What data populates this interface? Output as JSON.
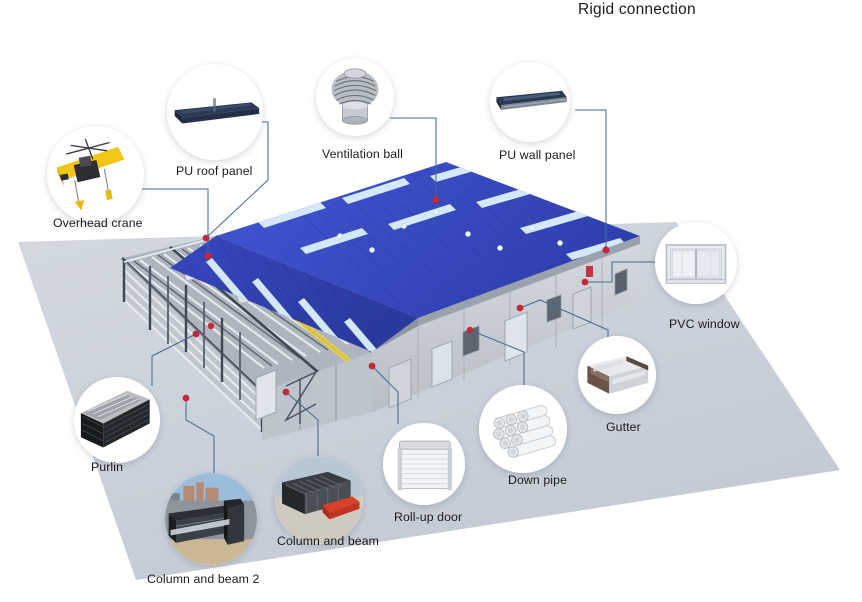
{
  "title": "Rigid connection",
  "colors": {
    "roof_blue": "#3a4fcc",
    "roof_blue_dark": "#2f40aa",
    "skylight": "#cfe6f7",
    "wall_gray": "#c8ccd2",
    "ground": "#ccd2da",
    "steel_dark": "#4a5260",
    "crane_rail_yellow": "#e8d24a",
    "connector_line": "#3f6e96",
    "marker_red": "#cc2b3c",
    "text": "#1b1b1b"
  },
  "callouts": [
    {
      "id": "overhead-crane",
      "label": "Overhead crane",
      "icon": "crane-icon"
    },
    {
      "id": "pu-roof-panel",
      "label": "PU roof panel",
      "icon": "roof-panel-icon"
    },
    {
      "id": "ventilation-ball",
      "label": "Ventilation ball",
      "icon": "turbine-vent-icon"
    },
    {
      "id": "pu-wall-panel",
      "label": "PU wall panel",
      "icon": "wall-panel-icon"
    },
    {
      "id": "pvc-window",
      "label": "PVC window",
      "icon": "window-icon"
    },
    {
      "id": "gutter",
      "label": "Gutter",
      "icon": "gutter-icon"
    },
    {
      "id": "down-pipe",
      "label": "Down pipe",
      "icon": "pipes-icon"
    },
    {
      "id": "roll-up-door",
      "label": "Roll-up door",
      "icon": "shutter-door-icon"
    },
    {
      "id": "column-and-beam",
      "label": "Column and beam",
      "icon": "steel-stack-icon"
    },
    {
      "id": "column-and-beam-2",
      "label": "Column and beam 2",
      "icon": "steel-yard-icon"
    },
    {
      "id": "purlin",
      "label": "Purlin",
      "icon": "purlin-icon"
    }
  ]
}
